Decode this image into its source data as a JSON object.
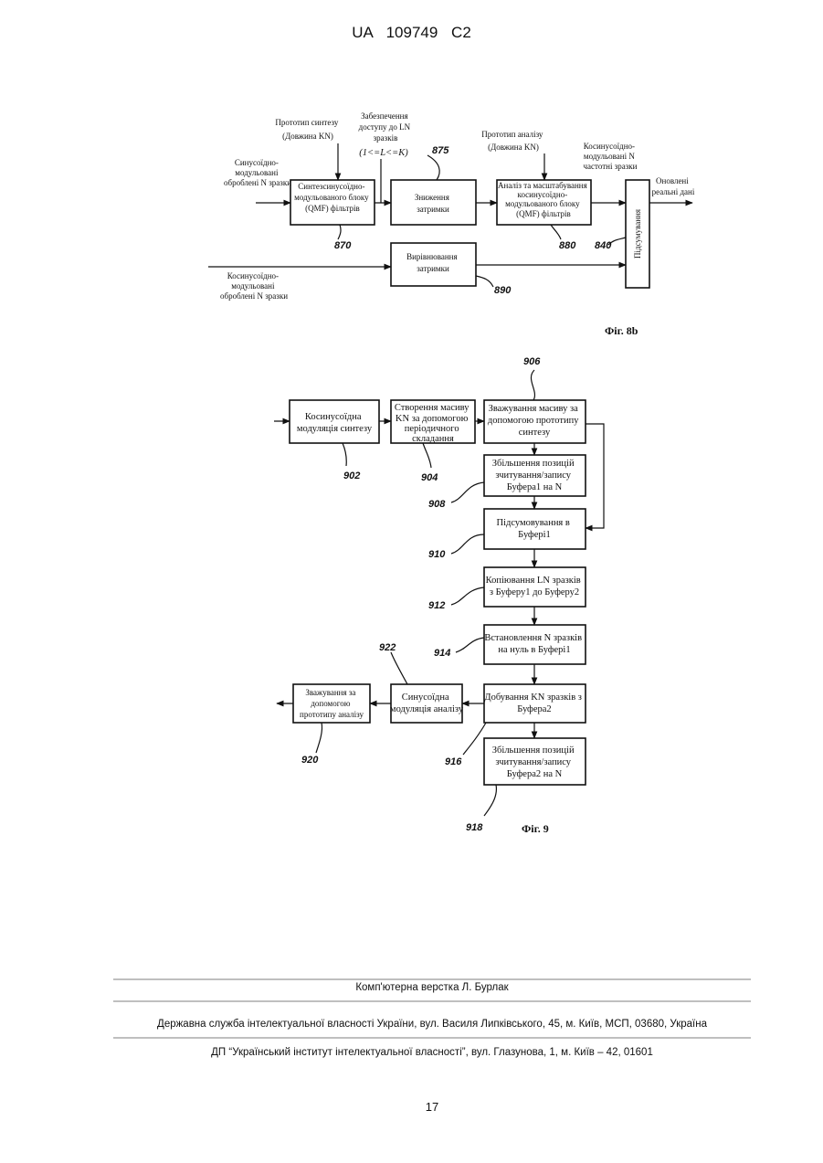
{
  "header": {
    "title": "UA   109749   C2"
  },
  "fig8b": {
    "label": "Фіг. 8b",
    "in_top_lines": [
      "Синусоїдно-",
      "модульовані",
      "оброблені N зразки"
    ],
    "in_bottom_lines": [
      "Косинусоїдно-",
      "модульовані",
      "оброблені N зразки"
    ],
    "proto_synth_lines": [
      "Прототип синтезу",
      "(Довжина KN)"
    ],
    "access_lines": [
      "Забезпечення",
      "доступу до LN",
      "зразків"
    ],
    "access_cond": "(1<=L<=K)",
    "proto_anal_lines": [
      "Прототип аналізу",
      "(Довжина KN)"
    ],
    "cos_out_lines": [
      "Косинусоїдно-",
      "модульовані N",
      "частотні зразки"
    ],
    "out_lines": [
      "Оновлені",
      "реальні дані"
    ],
    "box_870_lines": [
      "Синтезсинусоїдно-",
      "модульованого блоку",
      "(QMF) фільтрів"
    ],
    "box_875_lines": [
      "Зниження",
      "затримки"
    ],
    "box_880_lines": [
      "Аналіз та масштабування",
      "косинусоїдно-",
      "модульованого блоку",
      "(QMF) фільтрів"
    ],
    "box_840_label": "Підсумування",
    "box_890_lines": [
      "Вирівнювання",
      "затримки"
    ],
    "num_870": "870",
    "num_875": "875",
    "num_880": "880",
    "num_840": "840",
    "num_890": "890"
  },
  "fig9": {
    "label": "Фіг. 9",
    "box_902_lines": [
      "Косинусоїдна",
      "модуляція синтезу"
    ],
    "box_904_lines": [
      "Створення масиву",
      "KN за допомогою",
      "періодичного",
      "складання"
    ],
    "box_906_lines": [
      "Зважування масиву за",
      "допомогою прототипу",
      "синтезу"
    ],
    "box_908_lines": [
      "Збільшення позицій",
      "зчитування/запису",
      "Буфера1 на N"
    ],
    "box_910_lines": [
      "Підсумовування в",
      "Буфері1"
    ],
    "box_912_lines": [
      "Копіювання LN зразків",
      "з Буферу1 до Буферу2"
    ],
    "box_914_lines": [
      "Встановлення N зразків",
      "на нуль в Буфері1"
    ],
    "box_916_lines": [
      "Добування KN зразків з",
      "Буфера2"
    ],
    "box_918_lines": [
      "Збільшення позицій",
      "зчитування/запису",
      "Буфера2 на N"
    ],
    "box_922_lines": [
      "Синусоїдна",
      "модуляція аналізу"
    ],
    "box_920_lines": [
      "Зважування за",
      "допомогою",
      "прототипу аналізу"
    ],
    "num_902": "902",
    "num_904": "904",
    "num_906": "906",
    "num_908": "908",
    "num_910": "910",
    "num_912": "912",
    "num_914": "914",
    "num_916": "916",
    "num_918": "918",
    "num_920": "920",
    "num_922": "922"
  },
  "footer": {
    "line1": "Комп'ютерна верстка Л. Бурлак",
    "line2": "Державна служба інтелектуальної власності України, вул. Василя Липківського, 45, м. Київ, МСП, 03680, Україна",
    "line3": "ДП “Український інститут інтелектуальної власності”, вул. Глазунова, 1, м. Київ – 42, 01601",
    "page_number": "17"
  }
}
